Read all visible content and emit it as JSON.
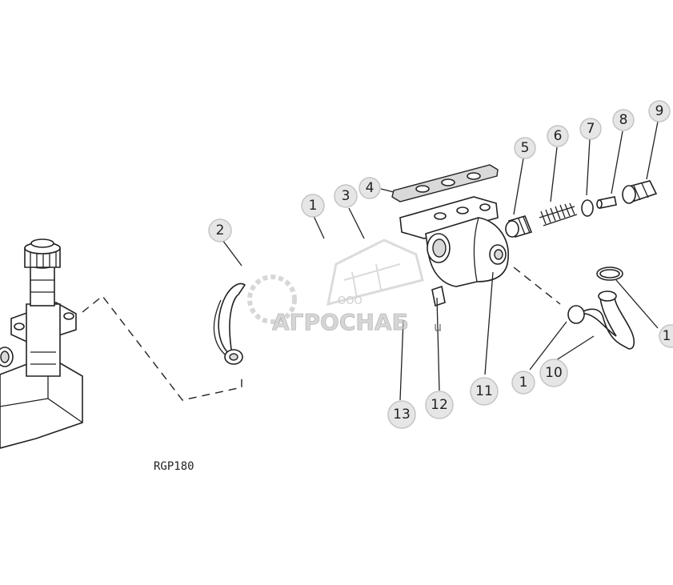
{
  "figure_label": "RGP180",
  "callouts": [
    {
      "id": "c1a",
      "label": "1"
    },
    {
      "id": "c2",
      "label": "2"
    },
    {
      "id": "c3",
      "label": "3"
    },
    {
      "id": "c4",
      "label": "4"
    },
    {
      "id": "c5",
      "label": "5"
    },
    {
      "id": "c6",
      "label": "6"
    },
    {
      "id": "c7",
      "label": "7"
    },
    {
      "id": "c8",
      "label": "8"
    },
    {
      "id": "c9",
      "label": "9"
    },
    {
      "id": "c10",
      "label": "10"
    },
    {
      "id": "c11",
      "label": "11"
    },
    {
      "id": "c12",
      "label": "12"
    },
    {
      "id": "c13",
      "label": "13"
    },
    {
      "id": "c1b",
      "label": "1"
    },
    {
      "id": "c1c",
      "label": "1"
    }
  ],
  "watermark": {
    "prefix": "ООО",
    "name": "АГРОСНАБ",
    "suffix": "u"
  }
}
